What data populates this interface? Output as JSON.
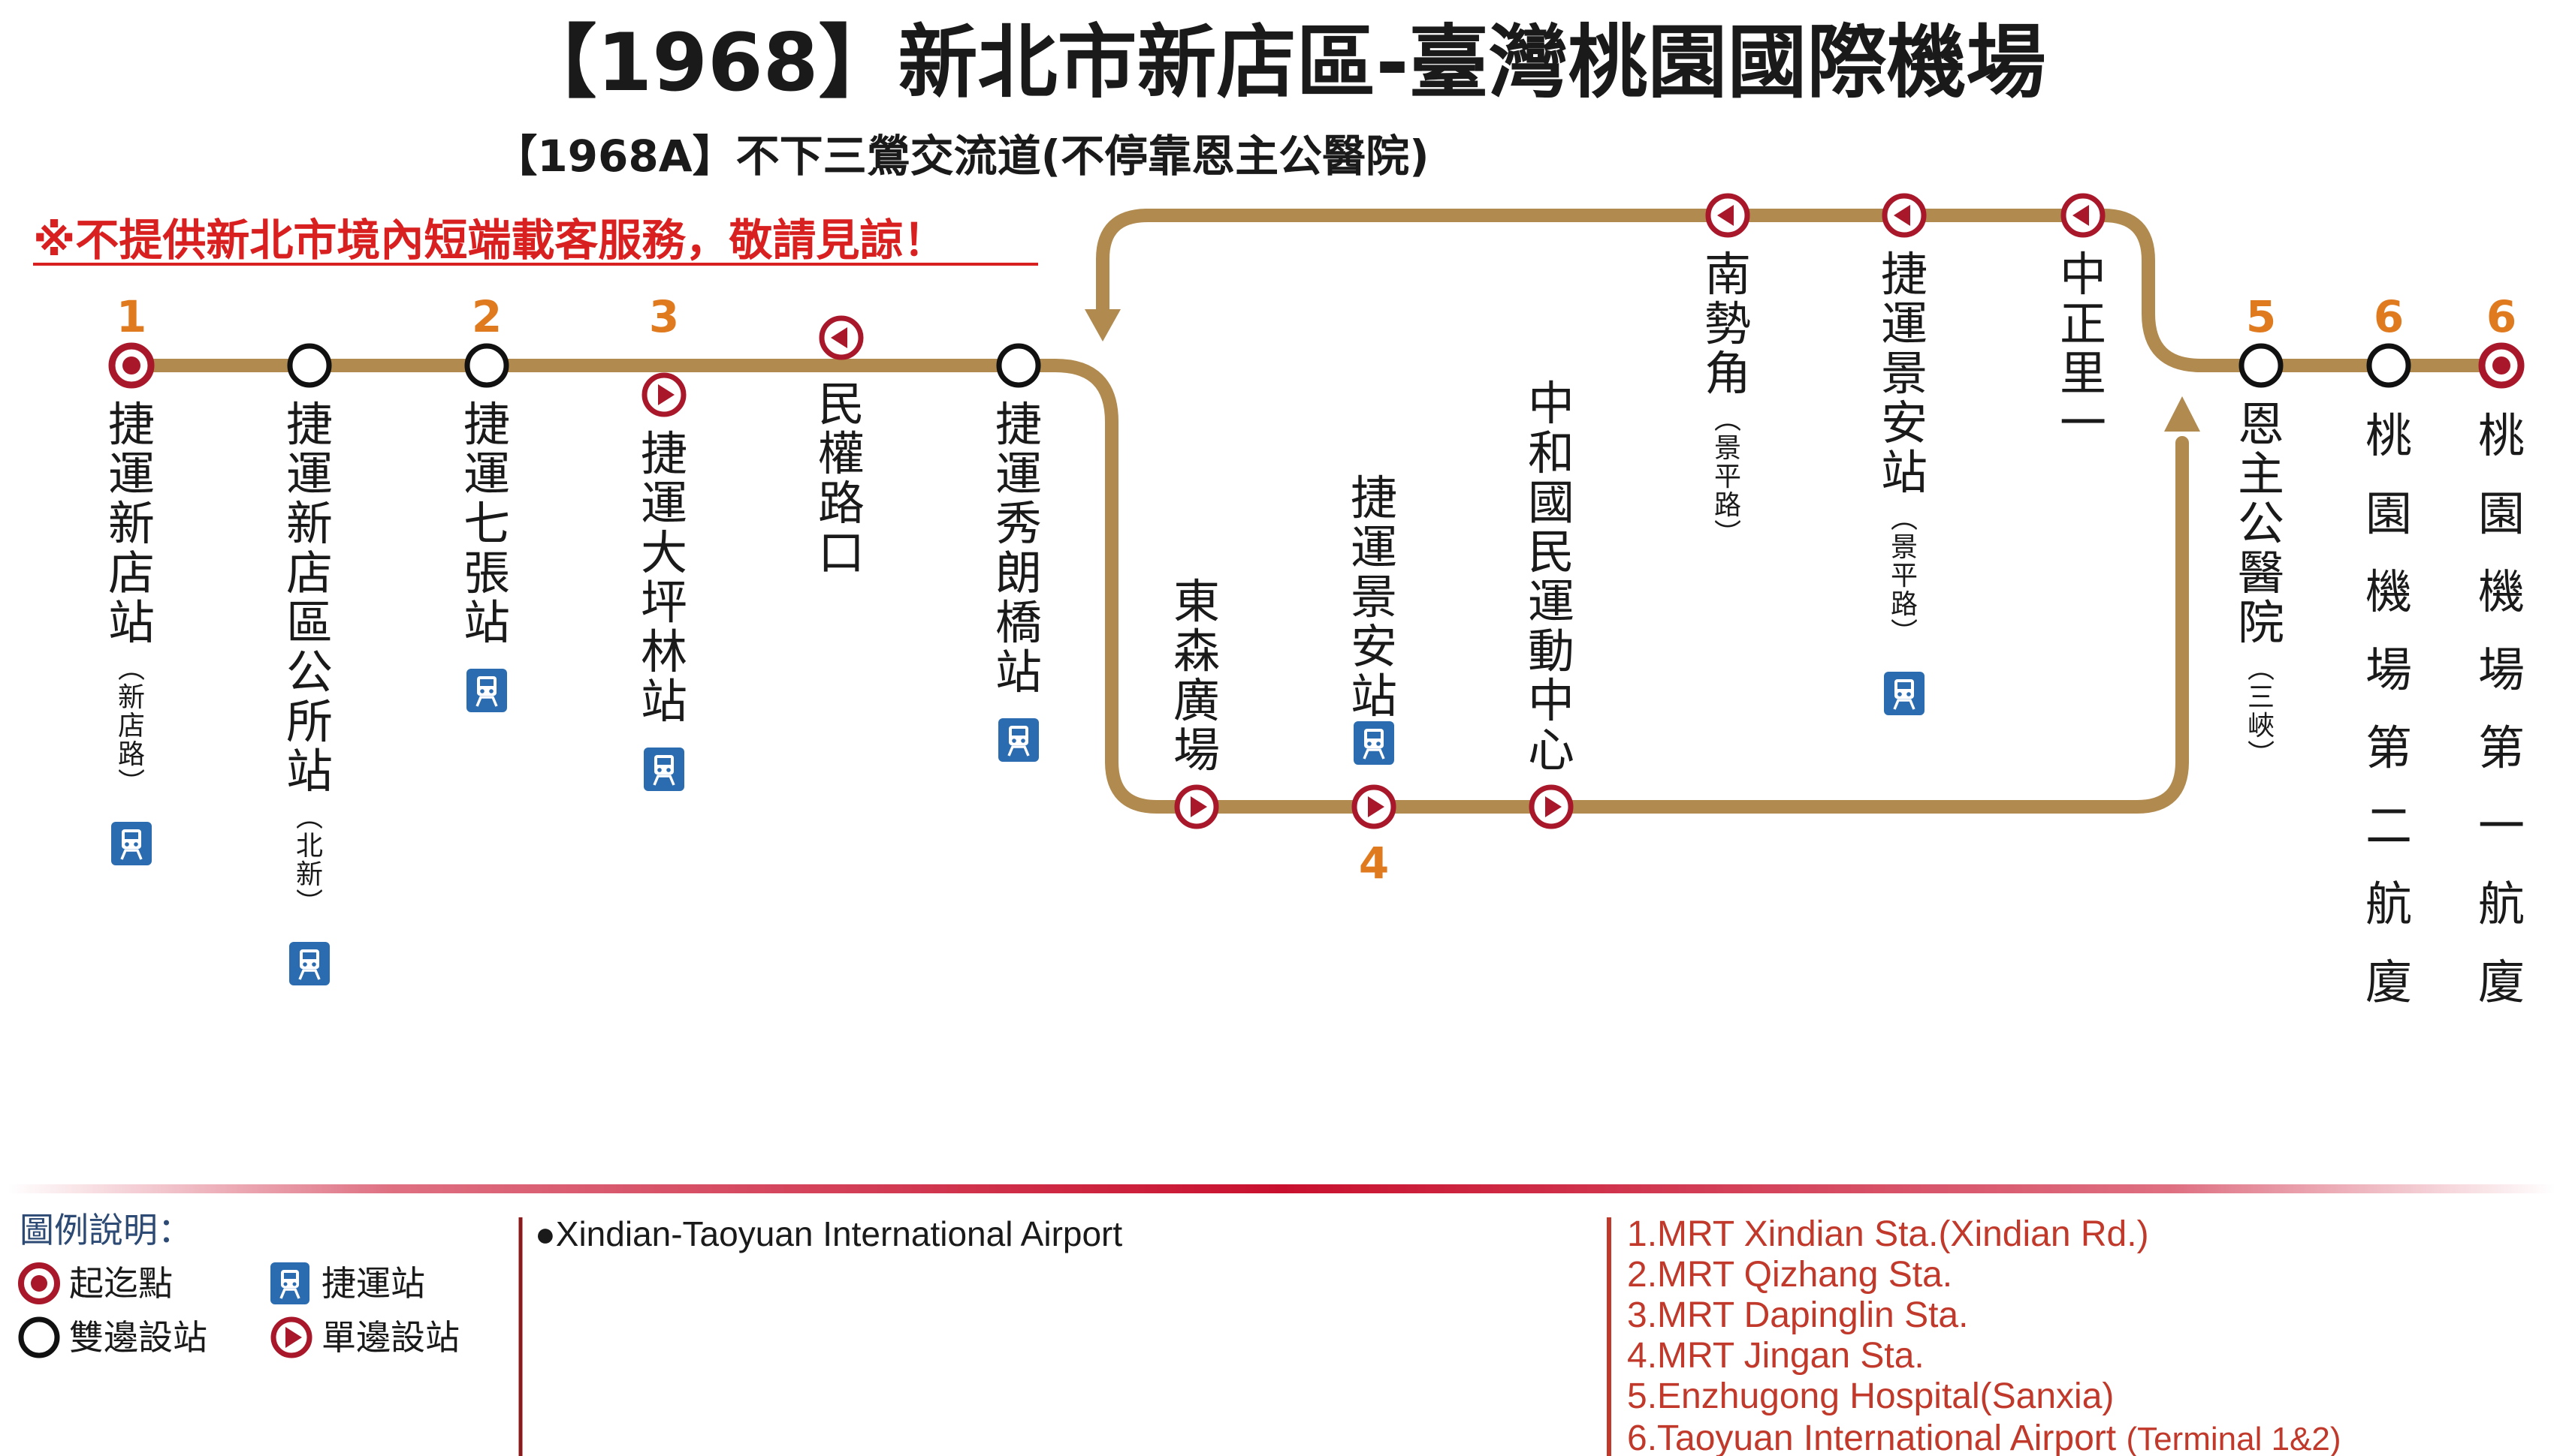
{
  "title": "【1968】新北市新店區-臺灣桃園國際機場",
  "subtitle": "【1968A】不下三鶯交流道(不停靠恩主公醫院)",
  "notice": "※不提供新北市境內短端載客服務，敬請見諒！",
  "colors": {
    "route": "#b08a4e",
    "terminal": "#a8182a",
    "stop_number": "#e07a1f",
    "mrt_badge": "#2b6cb0",
    "notice": "#d92020",
    "divider": "#c8102e"
  },
  "stops": [
    {
      "id": "s1",
      "name": "捷運新店站",
      "sub": "(新店路)",
      "type": "terminal",
      "num": "1",
      "mrt": true
    },
    {
      "id": "s2",
      "name": "捷運新店區公所站",
      "sub": "(北新)",
      "type": "both",
      "num": "",
      "mrt": true
    },
    {
      "id": "s3",
      "name": "捷運七張站",
      "sub": "",
      "type": "both",
      "num": "2",
      "mrt": true
    },
    {
      "id": "s4",
      "name": "捷運大坪林站",
      "sub": "",
      "type": "oneway",
      "num": "3",
      "mrt": true
    },
    {
      "id": "s5",
      "name": "民權路口",
      "sub": "",
      "type": "oneway-rev",
      "num": "",
      "mrt": false
    },
    {
      "id": "s6",
      "name": "捷運秀朗橋站",
      "sub": "",
      "type": "both",
      "num": "",
      "mrt": true
    },
    {
      "id": "s7",
      "name": "東森廣場",
      "sub": "",
      "type": "oneway",
      "num": "",
      "mrt": false
    },
    {
      "id": "s8",
      "name": "捷運景安站",
      "sub": "",
      "type": "oneway",
      "num": "4",
      "mrt": true
    },
    {
      "id": "s9",
      "name": "中和國民運動中心",
      "sub": "",
      "type": "oneway",
      "num": "",
      "mrt": false
    },
    {
      "id": "s10",
      "name": "南勢角",
      "sub": "(景平路)",
      "type": "oneway-rev",
      "num": "",
      "mrt": false
    },
    {
      "id": "s11",
      "name": "捷運景安站",
      "sub": "(景平路)",
      "type": "oneway-rev",
      "num": "",
      "mrt": true
    },
    {
      "id": "s12",
      "name": "中正里一",
      "sub": "",
      "type": "oneway-rev",
      "num": "",
      "mrt": false
    },
    {
      "id": "s13",
      "name": "恩主公醫院",
      "sub": "(三峽)",
      "type": "both",
      "num": "5",
      "mrt": false
    },
    {
      "id": "s14",
      "name": "桃園機場第二航廈",
      "sub": "",
      "type": "both",
      "num": "6",
      "mrt": false
    },
    {
      "id": "s15",
      "name": "桃園機場第一航廈",
      "sub": "",
      "type": "terminal",
      "num": "6",
      "mrt": false
    }
  ],
  "legend": {
    "title": "圖例說明：",
    "terminal": "起迄點",
    "both": "雙邊設站",
    "mrt": "捷運站",
    "oneway": "單邊設站"
  },
  "english": {
    "route": "●Xindian-Taoyuan International Airport",
    "stops": [
      "1.MRT Xindian Sta.(Xindian Rd.)",
      "2.MRT Qizhang Sta.",
      "3.MRT Dapinglin Sta.",
      "4.MRT Jingan Sta.",
      "5.Enzhugong Hospital(Sanxia)"
    ],
    "stop6_main": "6.Taoyuan International Airport ",
    "stop6_extra": "(Terminal 1&2)"
  }
}
